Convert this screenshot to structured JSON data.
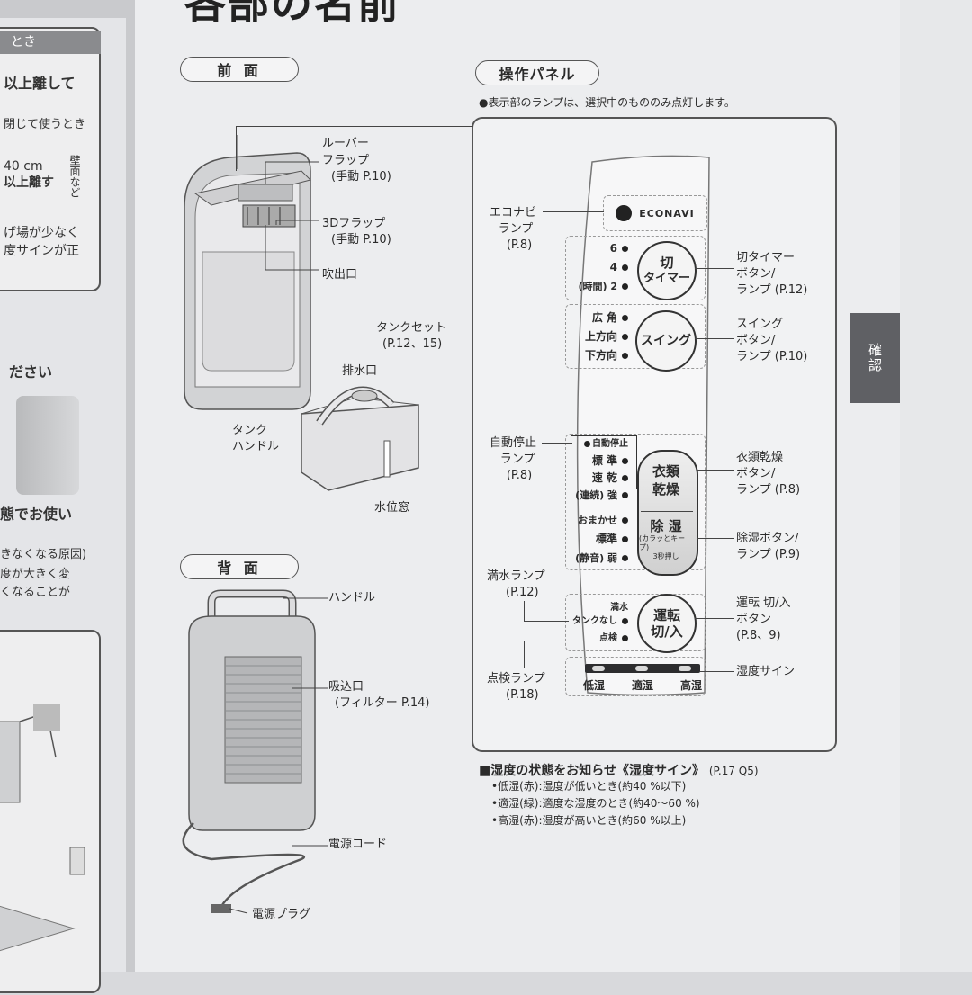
{
  "title": "各部の名前",
  "left_page": {
    "tab_text": "とき",
    "line1": "以上離して",
    "line2": "閉じて使うとき",
    "dist1": "40 cm",
    "dist2": "以上離す",
    "wall": "壁面など",
    "line3": "げ場が少なく",
    "line4": "度サインが正",
    "line5": "ださい",
    "line6": "態でお使い",
    "line7": "きなくなる原因)",
    "line8": "度が大きく変",
    "line9": "くなることが"
  },
  "front": {
    "heading": "前 面",
    "louver": "ルーバー",
    "flap": "フラップ",
    "flap_ref": "(手動 P.10)",
    "flap3d": "3Dフラップ",
    "flap3d_ref": "(手動 P.10)",
    "outlet": "吹出口",
    "tankset": "タンクセット",
    "tankset_ref": "(P.12、15)",
    "drain": "排水口",
    "tank_handle_1": "タンク",
    "tank_handle_2": "ハンドル",
    "water_window": "水位窓"
  },
  "back": {
    "heading": "背 面",
    "handle": "ハンドル",
    "intake": "吸込口",
    "intake_ref": "(フィルター P.14)",
    "cord": "電源コード",
    "plug": "電源プラグ"
  },
  "panel": {
    "heading": "操作パネル",
    "note": "●表示部のランプは、選択中のもののみ点灯します。",
    "econavi_label_1": "エコナビ",
    "econavi_label_2": "ランプ",
    "econavi_label_3": "(P.8)",
    "econavi_text": "ECONAVI",
    "timer_lamps": [
      "6",
      "4",
      "(時間) 2"
    ],
    "timer_btn_1": "切",
    "timer_btn_2": "タイマー",
    "timer_label_1": "切タイマー",
    "timer_label_2": "ボタン/",
    "timer_label_3": "ランプ (P.12)",
    "swing_lamps": [
      "広 角",
      "上方向",
      "下方向"
    ],
    "swing_btn": "スイング",
    "swing_label_1": "スイング",
    "swing_label_2": "ボタン/",
    "swing_label_3": "ランプ (P.10)",
    "autostop_label_1": "自動停止",
    "autostop_label_2": "ランプ",
    "autostop_label_3": "(P.8)",
    "dry_lamps": [
      "自動停止",
      "標 準",
      "速 乾",
      "(連続) 強"
    ],
    "dry_btn_1": "衣類",
    "dry_btn_2": "乾燥",
    "dry_label_1": "衣類乾燥",
    "dry_label_2": "ボタン/",
    "dry_label_3": "ランプ (P.8)",
    "dehum_lamps": [
      "おまかせ",
      "標準",
      "(静音) 弱"
    ],
    "dehum_btn": "除 湿",
    "dehum_btn_sub_1": "(カラッとキープ)",
    "dehum_btn_sub_2": "3秒押し",
    "dehum_label_1": "除湿ボタン/",
    "dehum_label_2": "ランプ (P.9)",
    "full_label_1": "満水ランプ",
    "full_label_2": "(P.12)",
    "full_lamp_1": "満水",
    "full_lamp_2": "タンクなし",
    "check_lamp": "点検",
    "check_label_1": "点検ランプ",
    "check_label_2": "(P.18)",
    "power_btn_1": "運転",
    "power_btn_2": "切/入",
    "power_label_1": "運転 切/入",
    "power_label_2": "ボタン",
    "power_label_3": "(P.8、9)",
    "humidity_levels": [
      "低湿",
      "適湿",
      "高湿"
    ],
    "humidity_label": "湿度サイン"
  },
  "humidity_info": {
    "heading": "■湿度の状態をお知らせ《湿度サイン》",
    "heading_ref": "(P.17 Q5)",
    "items": [
      "•低湿(赤):湿度が低いとき(約40 %以下)",
      "•適湿(緑):適度な湿度のとき(約40〜60 %)",
      "•高湿(赤):湿度が高いとき(約60 %以上)"
    ]
  },
  "side_tab": "確認",
  "colors": {
    "page": "#ecedef",
    "tab": "#5f6064",
    "ink": "#2b2b2b"
  }
}
